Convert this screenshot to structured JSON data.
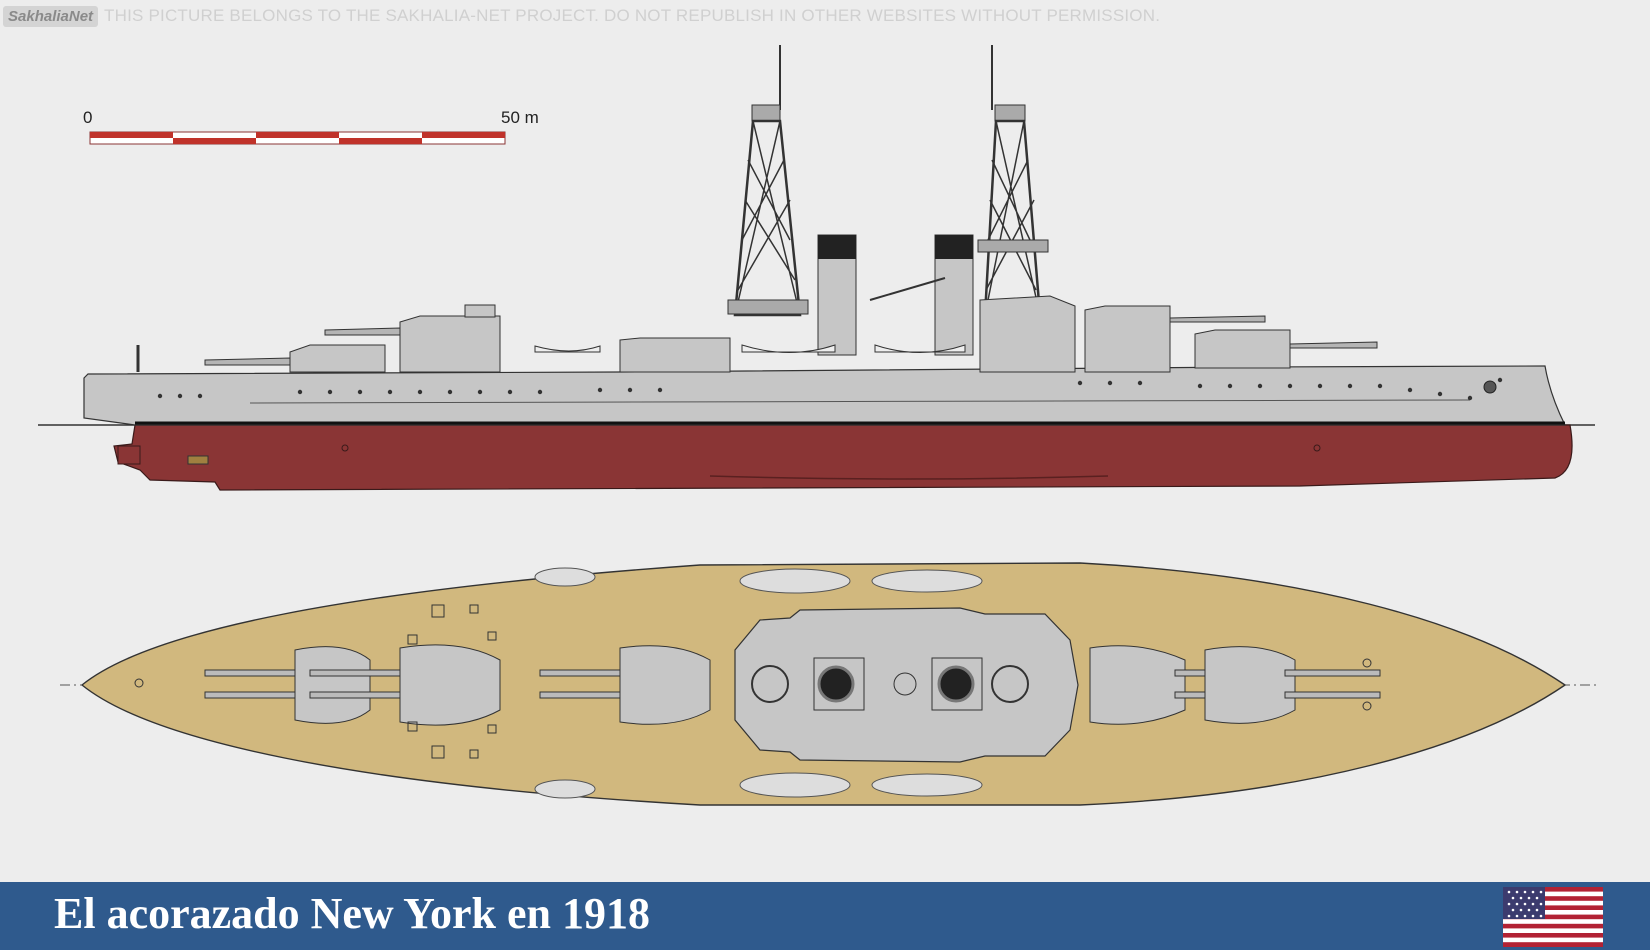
{
  "watermark": {
    "logo": "SakhaliaNet",
    "text": "THIS PICTURE BELONGS TO THE SAKHALIA-NET PROJECT. DO NOT REPUBLISH IN OTHER WEBSITES WITHOUT PERMISSION."
  },
  "scale": {
    "start_label": "0",
    "end_label": "50 m"
  },
  "caption": {
    "title": "El acorazado New York en 1918"
  },
  "colors": {
    "background": "#ededed",
    "hull_red": "#8a3535",
    "superstructure_gray": "#c6c6c6",
    "deck_tan": "#d1b87e",
    "title_band": "#2f5a8d",
    "flag_red": "#b22234",
    "flag_blue": "#3c3b6e"
  },
  "icons": [
    "us-flag-icon"
  ]
}
